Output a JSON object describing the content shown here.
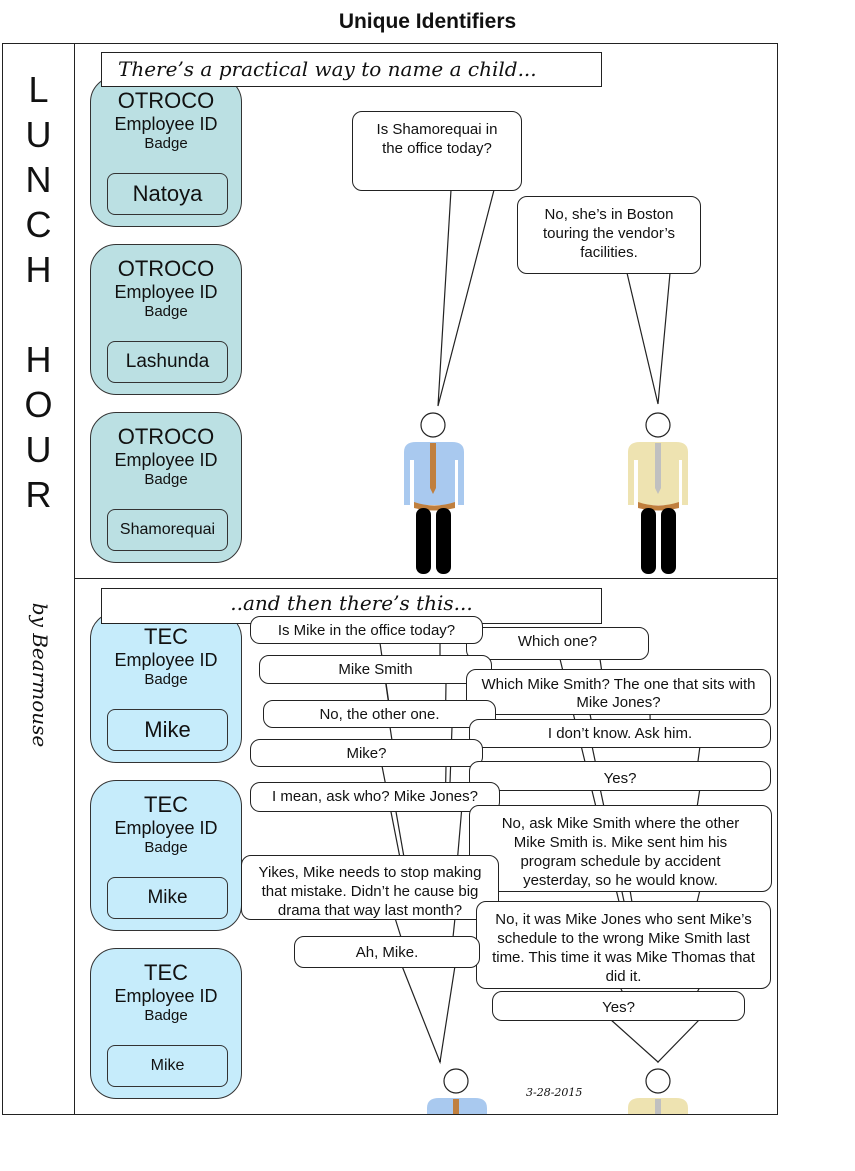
{
  "title": "Unique Identifiers",
  "sidebar": {
    "letters": [
      "L",
      "U",
      "N",
      "C",
      "H",
      "",
      "H",
      "O",
      "U",
      "R"
    ],
    "byline": "by Bearmouse"
  },
  "panel1": {
    "caption": "There’s a practical way to name a child...",
    "badges": [
      {
        "org": "OTROCO",
        "label": "Employee ID",
        "type": "Badge",
        "name": "Natoya"
      },
      {
        "org": "OTROCO",
        "label": "Employee ID",
        "type": "Badge",
        "name": "Lashunda"
      },
      {
        "org": "OTROCO",
        "label": "Employee ID",
        "type": "Badge",
        "name": "Shamorequai"
      }
    ],
    "bubbles": [
      "Is Shamorequai in the office today?",
      "No, she’s in Boston touring the vendor’s facilities."
    ]
  },
  "panel2": {
    "caption": "..and then there’s this...",
    "badges": [
      {
        "org": "TEC",
        "label": "Employee ID",
        "type": "Badge",
        "name": "Mike"
      },
      {
        "org": "TEC",
        "label": "Employee ID",
        "type": "Badge",
        "name": "Mike"
      },
      {
        "org": "TEC",
        "label": "Employee ID",
        "type": "Badge",
        "name": "Mike"
      }
    ],
    "bubbles_left": [
      "Is Mike in the office today?",
      "Mike Smith",
      "No, the other one.",
      "Mike?",
      "I mean, ask who?  Mike Jones?",
      "Yikes, Mike needs to stop making that mistake.  Didn’t he cause big drama that way last month?",
      "Ah, Mike."
    ],
    "bubbles_right": [
      "Which one?",
      "Which Mike Smith? The one that sits with Mike Jones?",
      "I don’t know.  Ask him.",
      "Yes?",
      "No, ask Mike Smith where the other Mike Smith is.  Mike sent him his program schedule by accident yesterday, so he would know.",
      "No, it was Mike Jones who sent Mike’s schedule to the wrong Mike Smith last time.  This time it was Mike Thomas that did it.",
      "Yes?"
    ],
    "date": "3-28-2015"
  },
  "colors": {
    "otroco_badge": "#bbe0e3",
    "tec_badge": "#c6ecfb",
    "shirt_blue": "#a9c9ef",
    "shirt_tan": "#eee3b1",
    "tie_brown": "#c07f3e",
    "tie_gray": "#c0c0c0",
    "pants": "#000000"
  }
}
